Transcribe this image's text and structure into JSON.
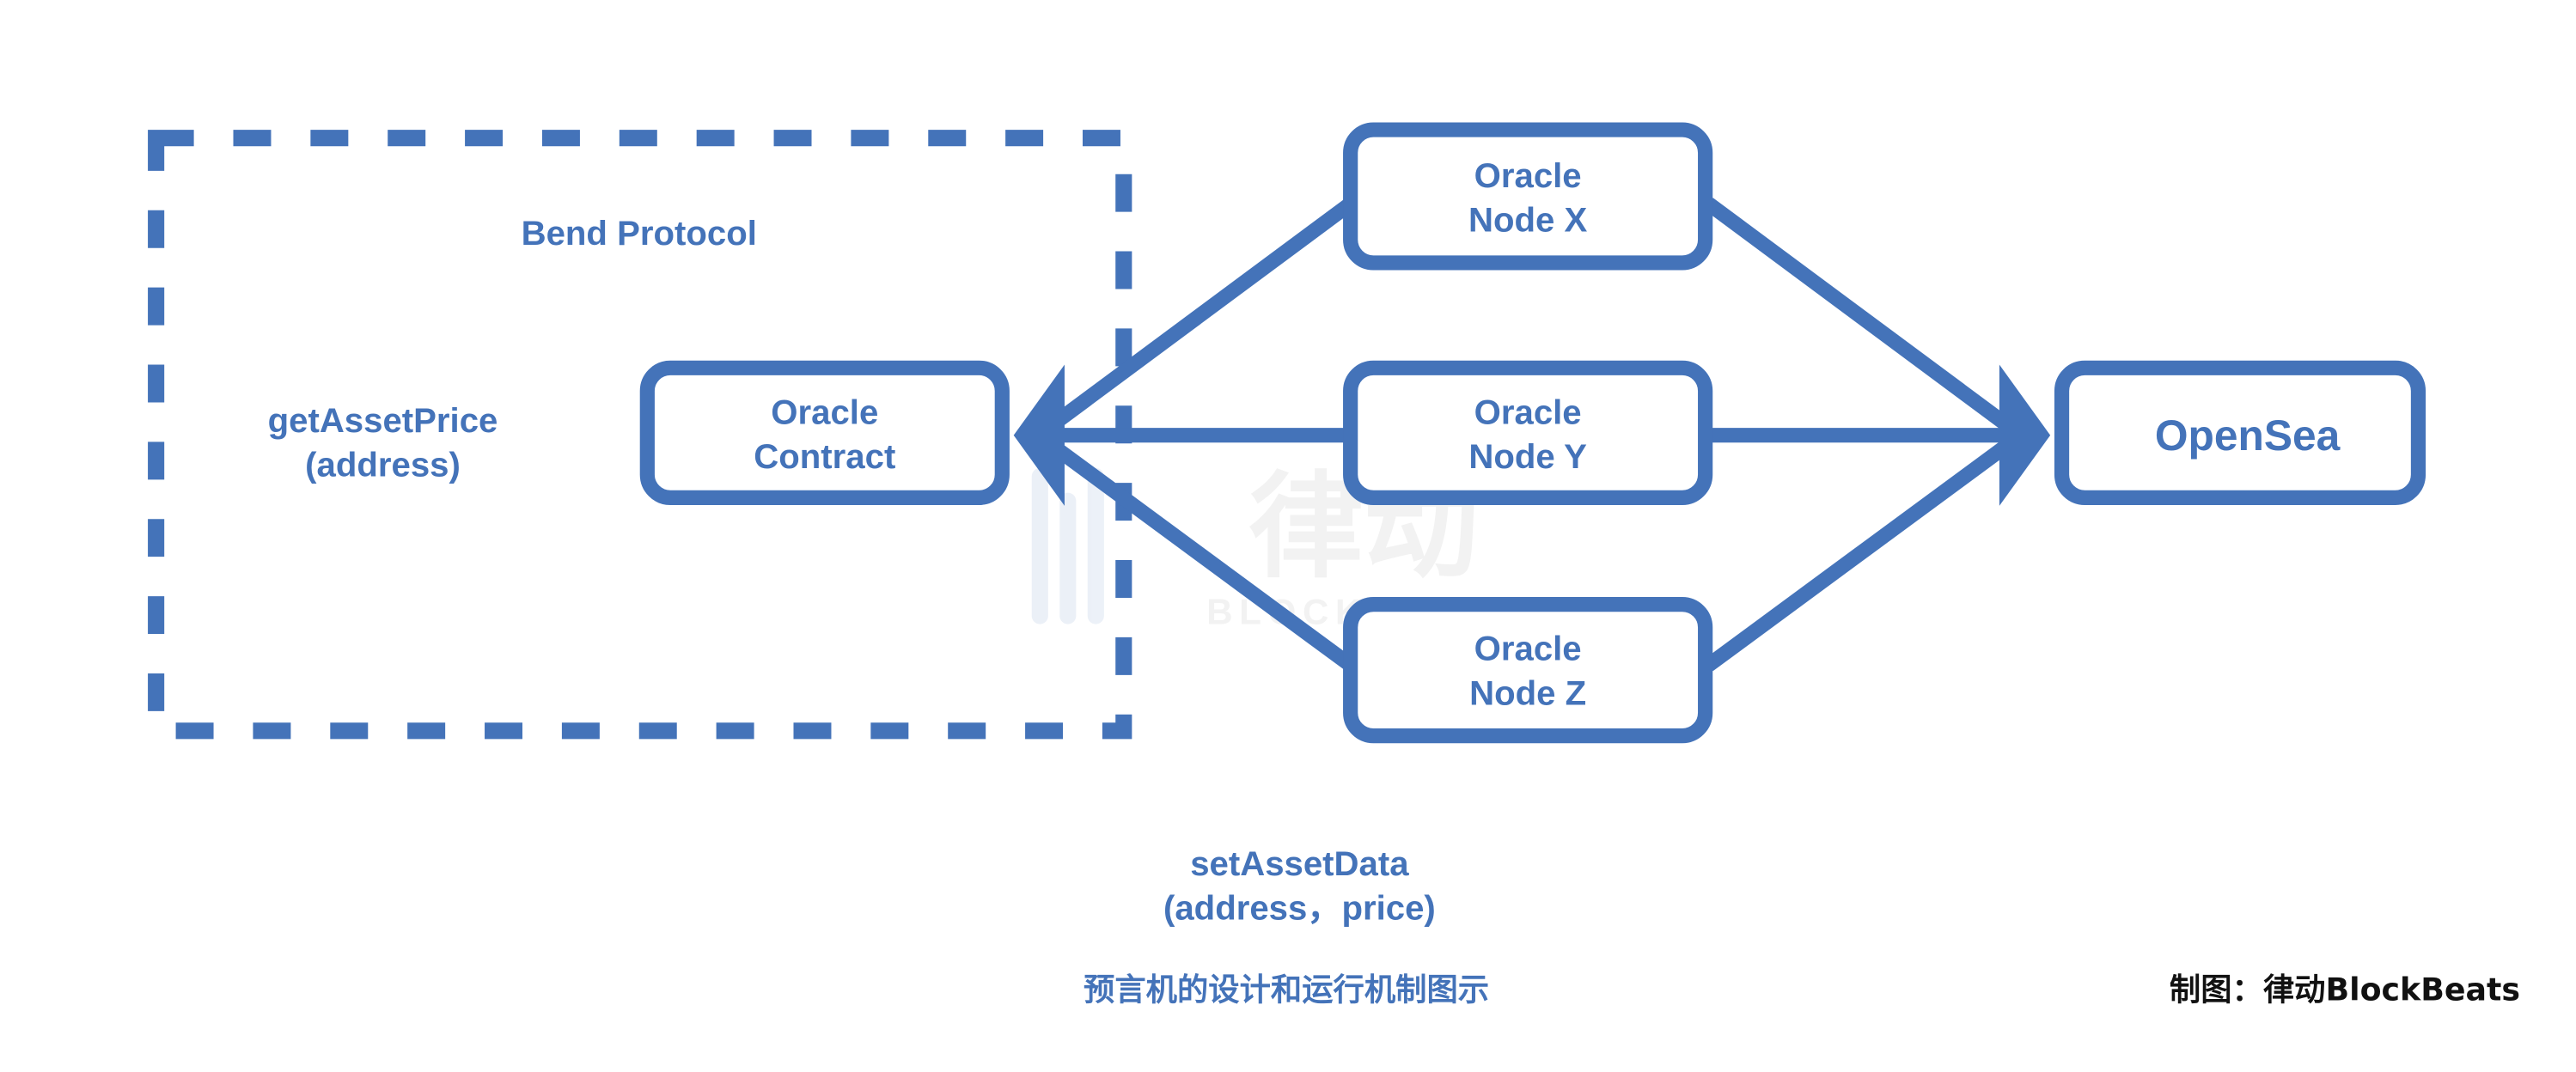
{
  "colors": {
    "accent": "#4473b9",
    "credit": "#111111"
  },
  "container": {
    "label": "Bend Protocol"
  },
  "call_get": {
    "line1": "getAssetPrice",
    "line2": "(address)"
  },
  "oracle_contract": {
    "line1": "Oracle",
    "line2": "Contract"
  },
  "nodes": [
    {
      "line1": "Oracle",
      "line2": "Node X"
    },
    {
      "line1": "Oracle",
      "line2": "Node Y"
    },
    {
      "line1": "Oracle",
      "line2": "Node Z"
    }
  ],
  "source": {
    "label": "OpenSea"
  },
  "call_set": {
    "line1": "setAssetData",
    "line2": "(address，price)"
  },
  "caption": "预言机的设计和运行机制图示",
  "credit": "制图：律动BlockBeats",
  "watermark": {
    "text": "律动",
    "sub": "BLOCKBEATS"
  }
}
